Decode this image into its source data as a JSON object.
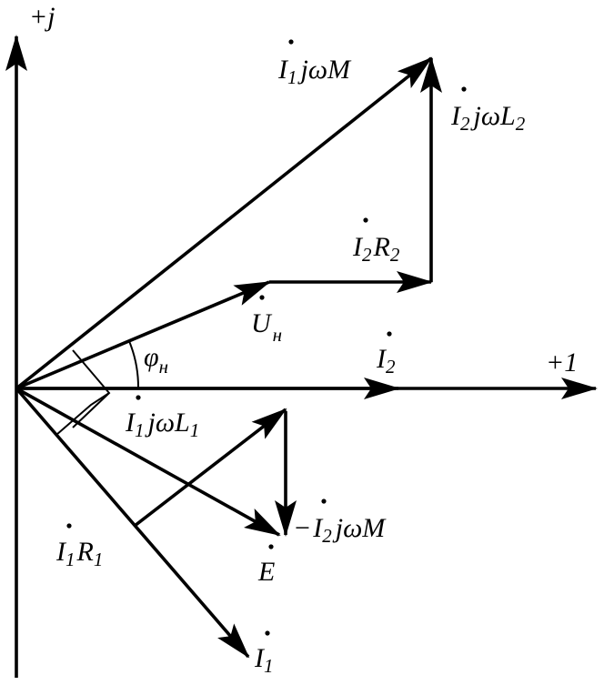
{
  "axes": {
    "imag": "+j",
    "real": "+1"
  },
  "phasors": {
    "I1jwM": {
      "base": "I",
      "sub": "1",
      "rest": "jωM"
    },
    "I2jwL2": {
      "base": "I",
      "sub": "2",
      "rest": "jωL",
      "sub2": "2"
    },
    "I2R2": {
      "base": "I",
      "sub": "2",
      "rest": "R",
      "sub2": "2"
    },
    "Un": {
      "base": "U",
      "sub": "н"
    },
    "phi": {
      "base": "φ",
      "sub": "н"
    },
    "I2": {
      "base": "I",
      "sub": "2"
    },
    "I1jwL1": {
      "base": "I",
      "sub": "1",
      "rest": "jωL",
      "sub2": "1"
    },
    "I1R1": {
      "base": "I",
      "sub": "1",
      "rest": "R",
      "sub2": "1"
    },
    "E": {
      "base": "E"
    },
    "mI2jwM": {
      "prefix": "−",
      "base": "I",
      "sub": "2",
      "rest": "jωM"
    },
    "I1": {
      "base": "I",
      "sub": "1"
    }
  }
}
